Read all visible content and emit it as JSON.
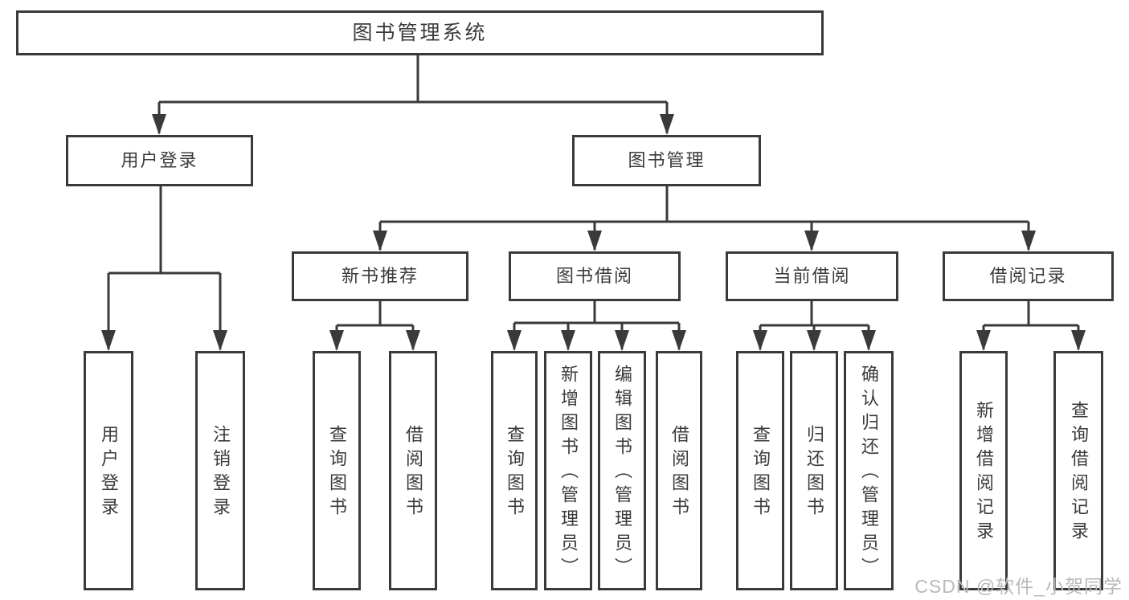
{
  "colors": {
    "line": "#3a3a3a",
    "box_border": "#3a3a3a",
    "text": "#3b3b3b",
    "box_background": "#ffffff",
    "watermark": "#b9b9b9"
  },
  "watermark": {
    "text": "CSDN @软件_小贺同学"
  },
  "diagram": {
    "root": {
      "label": "图书管理系统"
    },
    "branches": [
      {
        "label": "用户登录",
        "children": [
          {
            "label": "用户登录"
          },
          {
            "label": "注销登录"
          }
        ]
      },
      {
        "label": "图书管理",
        "children": [
          {
            "label": "新书推荐",
            "children": [
              {
                "label": "查询图书"
              },
              {
                "label": "借阅图书"
              }
            ]
          },
          {
            "label": "图书借阅",
            "children": [
              {
                "label": "查询图书"
              },
              {
                "label": "新增图书（管理员）"
              },
              {
                "label": "编辑图书（管理员）"
              },
              {
                "label": "借阅图书"
              }
            ]
          },
          {
            "label": "当前借阅",
            "children": [
              {
                "label": "查询图书"
              },
              {
                "label": "归还图书"
              },
              {
                "label": "确认归还（管理员）"
              }
            ]
          },
          {
            "label": "借阅记录",
            "children": [
              {
                "label": "新增借阅记录"
              },
              {
                "label": "查询借阅记录"
              }
            ]
          }
        ]
      }
    ]
  }
}
